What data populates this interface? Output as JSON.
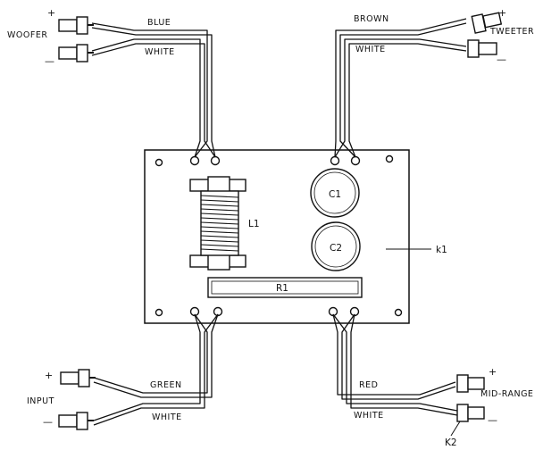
{
  "labels": {
    "woofer": "WOOFER",
    "tweeter": "TWEETER",
    "input": "INPUT",
    "mid_range": "MID-RANGE",
    "blue": "BLUE",
    "white_tl": "WHITE",
    "brown": "BROWN",
    "white_tr": "WHITE",
    "green": "GREEN",
    "white_bl": "WHITE",
    "red": "RED",
    "white_br": "WHITE",
    "c1": "C1",
    "c2": "C2",
    "l1": "L1",
    "r1": "R1",
    "k1": "k1",
    "k2": "K2",
    "plus": "+",
    "minus": "—"
  }
}
